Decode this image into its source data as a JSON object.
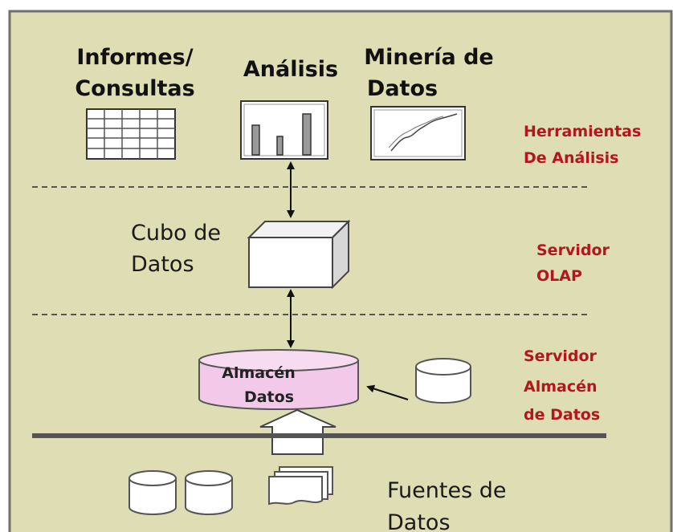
{
  "colors": {
    "background": "#deddb3",
    "border": "#6f6f6f",
    "label": "#1a1a1a",
    "accent_red": "#b3161c",
    "warehouse_fill": "#f2c9e8",
    "dashed_line": "#555555"
  },
  "tools": {
    "reports_label_line1": "Informes/",
    "reports_label_line2": "Consultas",
    "analysis_label": "Análisis",
    "mining_label_line1": "Minería de",
    "mining_label_line2": "Datos"
  },
  "layers": {
    "tools_line1": "Herramientas",
    "tools_line2": "De Análisis",
    "olap_line1": "Servidor",
    "olap_line2": "OLAP",
    "warehouse_line1": "Servidor",
    "warehouse_line2": "Almacén",
    "warehouse_line3": "de Datos"
  },
  "cube": {
    "label_line1": "Cubo de",
    "label_line2": "Datos"
  },
  "warehouse": {
    "label_line1": "Almacén",
    "label_line2": "Datos"
  },
  "sources": {
    "label_line1": "Fuentes de",
    "label_line2": "Datos"
  },
  "icons": {
    "table": "table-grid-icon",
    "bar_chart": "bar-chart-icon",
    "line_chart": "line-chart-icon",
    "cube": "data-cube-icon",
    "database": "database-cylinder-icon",
    "documents": "document-stack-icon"
  }
}
